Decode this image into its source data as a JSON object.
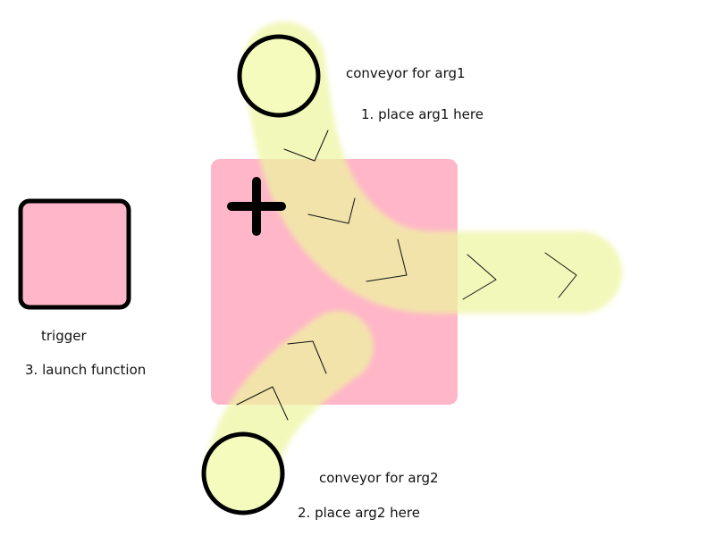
{
  "operator": {
    "symbol": "+",
    "fill": "#ffb6c8"
  },
  "conveyor1": {
    "label": "conveyor for arg1",
    "instruction": "1. place arg1 here"
  },
  "conveyor2": {
    "label": "conveyor for arg2",
    "instruction": "2.  place arg2 here"
  },
  "trigger": {
    "label": "trigger",
    "instruction": "3. launch function",
    "fill": "#ffb6c8"
  },
  "colors": {
    "conveyor": "#eef5a0",
    "socket": "#f5fbbd",
    "outline": "#000000"
  },
  "icons": [
    "plus-icon",
    "chevron-icon"
  ]
}
